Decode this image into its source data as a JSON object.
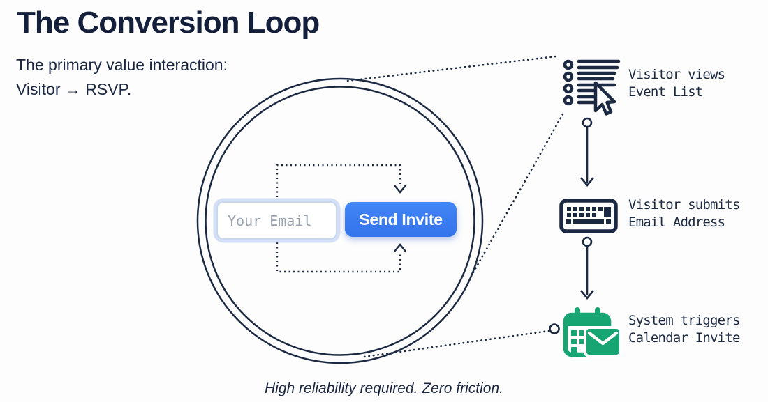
{
  "header": {
    "title": "The Conversion Loop",
    "subtitle_line1": "The primary value interaction:",
    "subtitle_line2": "Visitor → RSVP."
  },
  "loop": {
    "email_placeholder": "Your Email",
    "button_label": "Send Invite"
  },
  "steps": [
    {
      "icon": "event-list-cursor-icon",
      "line1": "Visitor views",
      "line2": "Event List"
    },
    {
      "icon": "keyboard-icon",
      "line1": "Visitor submits",
      "line2": "Email Address"
    },
    {
      "icon": "calendar-invite-icon",
      "line1": "System triggers",
      "line2": "Calendar Invite"
    }
  ],
  "footer": {
    "note": "High reliability required. Zero friction."
  },
  "colors": {
    "navy": "#1c2942",
    "accent_blue": "#3b7cf2",
    "accent_green": "#17a673",
    "input_border": "#c9d6ef",
    "placeholder_gray": "#99a1ae"
  }
}
